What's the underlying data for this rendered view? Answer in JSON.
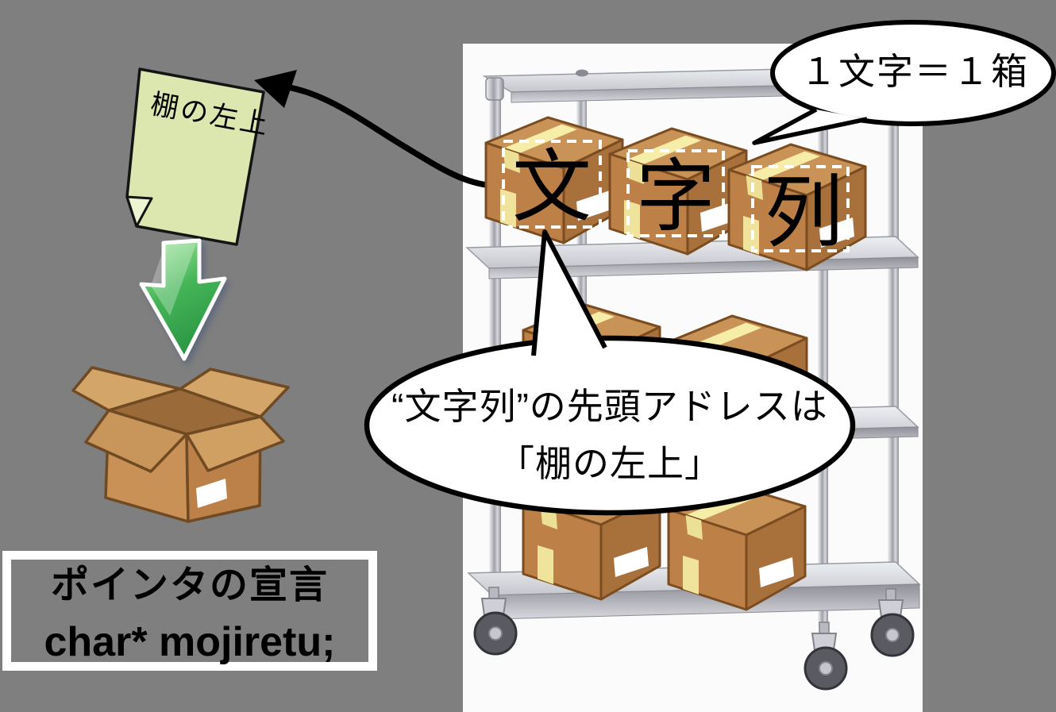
{
  "diagram": {
    "top_bubble": {
      "text": "１文字＝１箱"
    },
    "address_bubble": {
      "line1": "“文字列”の先頭アドレスは",
      "line2": "「棚の左上」"
    },
    "sticky_note": {
      "label": "棚の左上"
    },
    "shelf": {
      "box_labels": [
        "文",
        "字",
        "列"
      ]
    },
    "declaration": {
      "title": "ポインタの宣言",
      "code": "char* mojiretu;"
    },
    "colors": {
      "background": "#7f7f7f",
      "panel": "#fbfbfb",
      "bubble_fill": "#ffffff",
      "bubble_outline": "#000000",
      "note_fill": "#dbe7ae",
      "box_front": "#bd8148",
      "box_top": "#c99256",
      "box_side": "#a8713c",
      "tape": "#f6eda8",
      "box_label": "#ffffff",
      "green_arrow": "#3fae52",
      "metal_light": "#e9e9ee",
      "metal_dark": "#9fa0a8",
      "declaration_border": "#ffffff"
    }
  }
}
